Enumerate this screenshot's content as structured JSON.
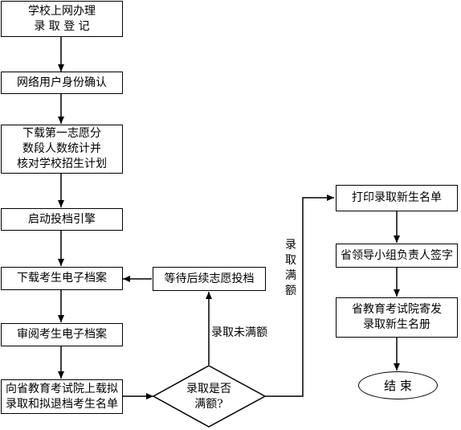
{
  "nodes": {
    "register": "学校上网办理\n录 取 登 记",
    "identity": "网络用户身份确认",
    "download_stats": "下载第一志愿分\n数段人数统计并\n核对学校招生计划",
    "start_engine": "启动投档引擎",
    "download_files": "下载考生电子档案",
    "review_files": "审阅考生电子档案",
    "upload_list": "向省教育考试院上载拟\n录取和拟退档考生名单",
    "decision": "录取是否\n满额?",
    "wait": "等待后续志愿投档",
    "print_list": "打印录取新生名单",
    "sign": "省领导小组负责人签字",
    "mail_list": "省教育考试院寄发\n录取新生名册",
    "end": "结 束"
  },
  "labels": {
    "not_full": "录取未满额",
    "full": "录\n取\n满\n额"
  }
}
